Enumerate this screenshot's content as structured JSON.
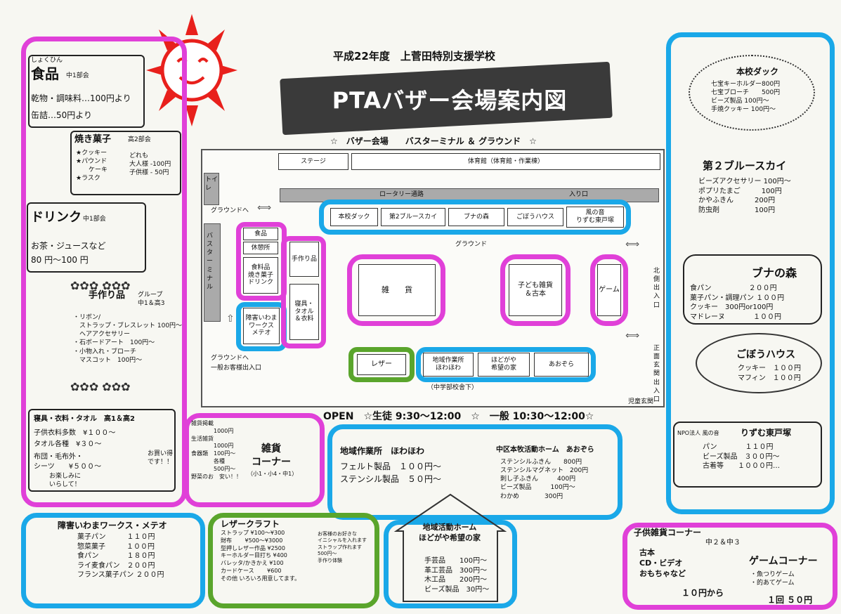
{
  "header": {
    "school": "平成22年度　上菅田特別支援学校",
    "title": "PTAバザー会場案内図",
    "venue": "☆　バザー会場　　バスターミナル ＆ グラウンド　☆",
    "open": "OPEN　☆生徒 9:30～12:00　☆　一般 10:30～12:00☆"
  },
  "map": {
    "stage": "ステージ",
    "gym": "体育館（体育館・作業棟）",
    "ground_to": "グラウンドへ",
    "ground": "グラウンド",
    "ground_to2": "グラウンドへ",
    "general_entry": "一般お客様出入口",
    "junior_high": "（中学部校舎下）",
    "exit1": "北側出入口",
    "exit2": "正面玄関出入口",
    "toilet": "トイレ",
    "left_band": "バスターミナル",
    "top_band": "ロータリー通路",
    "top_band2": "入り口",
    "bottom_right": "児童玄関",
    "stalls": {
      "honkou": "本校ダック",
      "blue_sky": "第2ブルースカイ",
      "buna": "ブナの森",
      "gobou": "ごぼうハウス",
      "kaze": "風の音\nりずむ東戸塚",
      "shokuhin": "食品",
      "kyukei": "休憩所",
      "drink": "食料品\n焼き菓子\nドリンク",
      "tedukuri": "手作り品",
      "shingu": "寝具・\nタオル\n＆衣料",
      "iwama": "障害いわま\nワークス\nメテオ",
      "zakka": "雑　　貨",
      "kodomo": "子ども雑貨\n＆古本",
      "game": "ゲーム",
      "leather": "レザー",
      "howa": "地域作業所\nほわほわ",
      "hodogaya": "ほどがや\n希望の家",
      "aozora": "あおぞら"
    }
  },
  "left": {
    "food_ruby": "しょくひん",
    "food_title": "食品",
    "food_sub": "中1部会",
    "food_l1": "乾物・調味料…100円より",
    "food_l2": "缶詰…50円より",
    "sweets_title": "焼き菓子",
    "sweets_sub": "高2部会",
    "sweets_items": "★クッキー\n★パウンド\n　　ケーキ\n★ラスク",
    "sweets_price": "どれも\n大人様 -100円\n子供様 - 50円",
    "drink_title": "ドリンク",
    "drink_sub": "中1部会",
    "drink_l1": "お茶・ジュースなど",
    "drink_l2": "80 円～100 円",
    "hand_title": "手作り品",
    "hand_sub": "グループ\n中1＆高3",
    "hand_list": "・リボン/\n　ストラップ・ブレスレット 100円～\n　ヘアアクセサリー\n・石ボードアート　100円～\n・小物入れ・ブローチ\n　マスコット　100円～",
    "bed_title": "寝具・衣料・タオル　高1＆高2",
    "bed_l1": "子供衣料多数　¥１００～",
    "bed_l2": "タオル各種　¥３０～",
    "bed_l3": "布団・毛布外・\nシーツ　　¥５００～",
    "bed_bubble": "お買い得\nです！！",
    "bed_bubble2": "お楽しみに\nいらして！"
  },
  "zakka_corner": {
    "list": "雑貨掲載\n　　　　1000円\n生活雑貨\n　　　　1000円\n食器類　100円～\n　　　　各種\n　　　　500円～\n野菜のお　安い！！",
    "title": "雑貨\nコーナー",
    "sub": "（小1・小4・中1）"
  },
  "middle": {
    "howa_title": "地域作業所　ほわほわ",
    "howa_l1": "フェルト製品　１００円～",
    "howa_l2": "ステンシル製品　５０円～",
    "aozora_title": "中区本牧活動ホーム　あおぞら",
    "aozora_list": "ステンシルふきん　　800円\nステンシルマグネット　200円\n刺し子ふきん　　　400円\nビーズ製品　　　100円～\nわかめ　　　　300円"
  },
  "right": {
    "duck_title": "本校ダック",
    "duck_list": "七宝キーホルダー800円\n七宝ブローチ　　500円\nビーズ製品 100円～\n手焼クッキー 100円～",
    "bluesky_title": "第２ブルースカイ",
    "bluesky_list": "ビーズアクセサリー 100円～\nポプリたまご　　　100円\nかやふきん　　　200円\n防虫剤　　　　　100円",
    "buna_title": "ブナの森",
    "buna_list": "食パン　　　　　 ２００円\n菓子パン・調理パン １００円\nクッキー　300円or100円\nマドレーヌ　　　　１００円",
    "gobou_title": "ごぼうハウス",
    "gobou_list": "クッキー　１００円\nマフィン　１００円",
    "rizumu_pre": "NPO法人 風の音",
    "rizumu_title": "りずむ東戸塚",
    "rizumu_list": "パン　　　　１１０円\nビーズ製品　３００円～\n古着等　　１０００円…"
  },
  "bottom": {
    "iwama_title": "障害いわまワークス・メテオ",
    "iwama_list": "菓子パン　　　１１０円\n惣菜菓子　　　１００円\n食パン　　　　１８０円\nライ麦食パン　２００円\nフランス菓子パン ２００円",
    "leather_title": "レザークラフト",
    "leather_list": "ストラップ ¥100～¥300\n財布　　 ¥500～¥3000\n型押しレザー作品 ¥2500\nキーホルダー目打ち ¥400\nバレッタ/かきかえ ¥100\nカードケース　　 ¥600\nその他 いろいろ用意してます。",
    "leather_note": "お客様のお好きな\nイニシャルを入れます\nストラップ作れます\n500円～\n手作り体験",
    "hodogaya_title": "地域活動ホーム\nほどがや希望の家",
    "hodogaya_list": "手芸品　　100円～\n革工芸品　300円～\n木工品　　200円～\nビーズ製品　30円～",
    "kids_title": "子供雑貨コーナー",
    "kids_sub": "中２＆中３",
    "kids_list": "古本\nCD・ビデオ\nおもちゃなど",
    "kids_price": "１０円から",
    "game_title": "ゲームコーナー",
    "game_list": "・魚つりゲーム\n・的あてゲーム",
    "game_price": "１回 ５０円"
  }
}
